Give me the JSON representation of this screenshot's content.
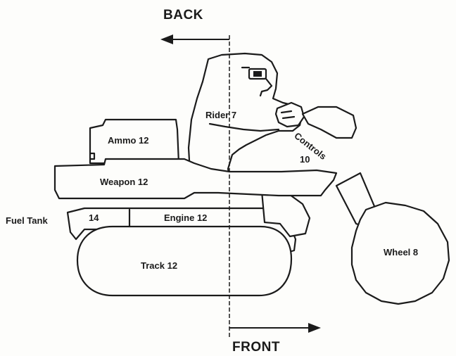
{
  "diagram": {
    "direction_labels": {
      "back": "BACK",
      "front": "FRONT"
    },
    "components": {
      "ammo": "Ammo 12",
      "weapon": "Weapon 12",
      "fuel_tank": "Fuel Tank",
      "fuel_tank_value": "14",
      "engine": "Engine 12",
      "track": "Track 12",
      "rider": "Rider 7",
      "controls": "Controls",
      "controls_value": "10",
      "wheel": "Wheel 8"
    }
  }
}
